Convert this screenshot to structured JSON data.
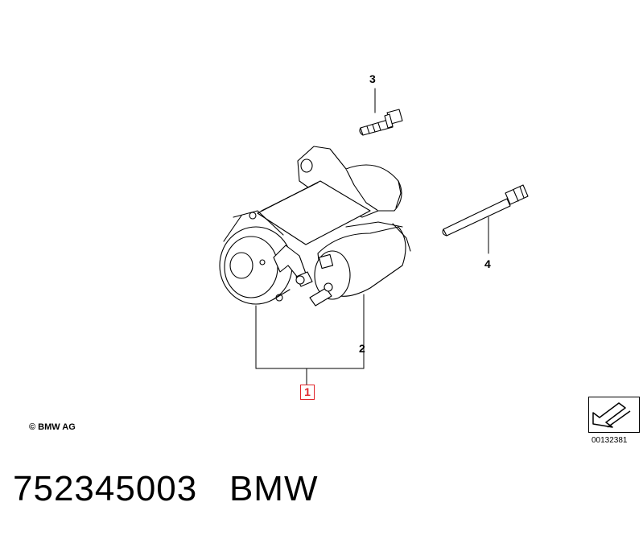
{
  "callouts": {
    "c1": "1",
    "c2": "2",
    "c3": "3",
    "c4": "4"
  },
  "copyright": "© BMW AG",
  "diagram_number": "00132381",
  "footer": {
    "part_number": "752345003",
    "brand": "BMW"
  },
  "colors": {
    "line": "#000000",
    "highlight": "#e0242a",
    "background": "#ffffff"
  },
  "icons": {
    "nav": "arrow-icon"
  }
}
